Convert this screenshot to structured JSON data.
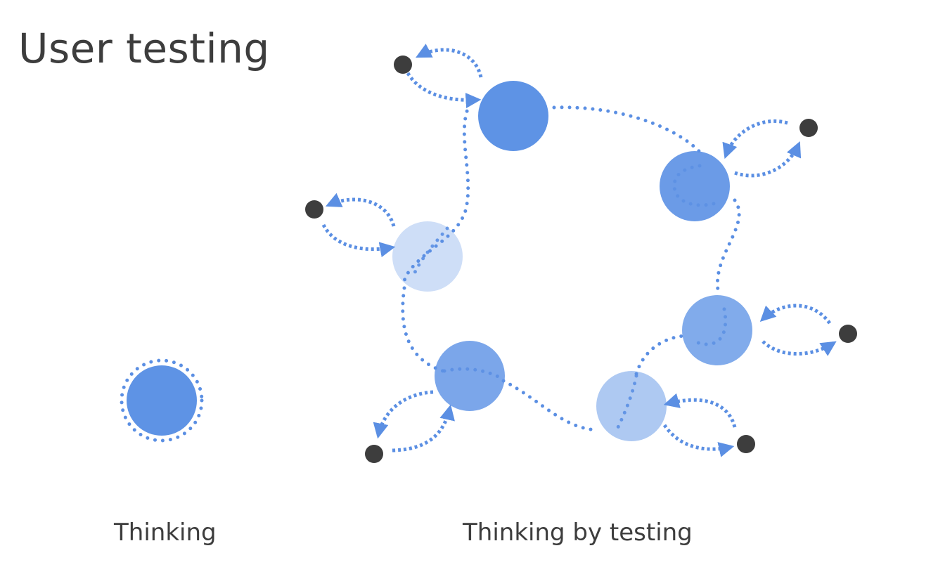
{
  "title": "User testing",
  "captions": {
    "left": "Thinking",
    "right": "Thinking by testing"
  },
  "colors": {
    "text": "#3d3d3d",
    "link": "#5b8fe3",
    "node_dark": "#5e93e5",
    "user_dot": "#3d3d3d"
  },
  "node_opacity": [
    0.55,
    0.58,
    0.7,
    0.75,
    0.9,
    1.0
  ],
  "icons": [
    "idea-circle",
    "user-dot",
    "feedback-arrow"
  ]
}
